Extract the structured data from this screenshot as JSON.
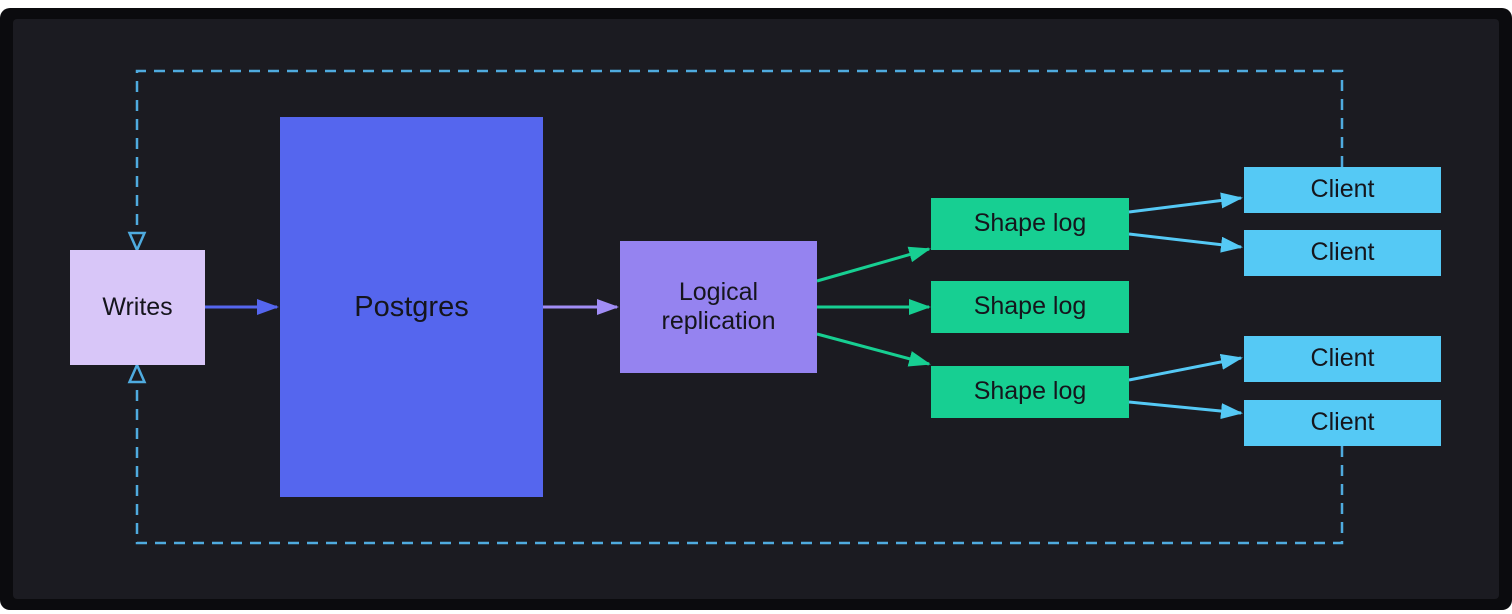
{
  "diagram": {
    "nodes": {
      "writes": {
        "label": "Writes"
      },
      "postgres": {
        "label": "Postgres"
      },
      "logical_replication": {
        "label": "Logical replication"
      },
      "shape_log_1": {
        "label": "Shape log"
      },
      "shape_log_2": {
        "label": "Shape log"
      },
      "shape_log_3": {
        "label": "Shape log"
      },
      "client_1": {
        "label": "Client"
      },
      "client_2": {
        "label": "Client"
      },
      "client_3": {
        "label": "Client"
      },
      "client_4": {
        "label": "Client"
      }
    },
    "colors": {
      "page_background": "#ffffff",
      "frame": "#0b0b0e",
      "panel_background": "#1b1b21",
      "node_text": "#15151c",
      "writes_fill": "#d8c6f8",
      "postgres_fill": "#5566ee",
      "replication_fill": "#9583f0",
      "shape_log_fill": "#17cf92",
      "client_fill": "#55c9f5",
      "arrow_writes_postgres": "#5566ee",
      "arrow_postgres_replication": "#a18df5",
      "arrow_replication_shapelog": "#17cf92",
      "arrow_shapelog_client": "#55c9f5",
      "dashed_feedback_loop": "#4fabdf"
    }
  }
}
